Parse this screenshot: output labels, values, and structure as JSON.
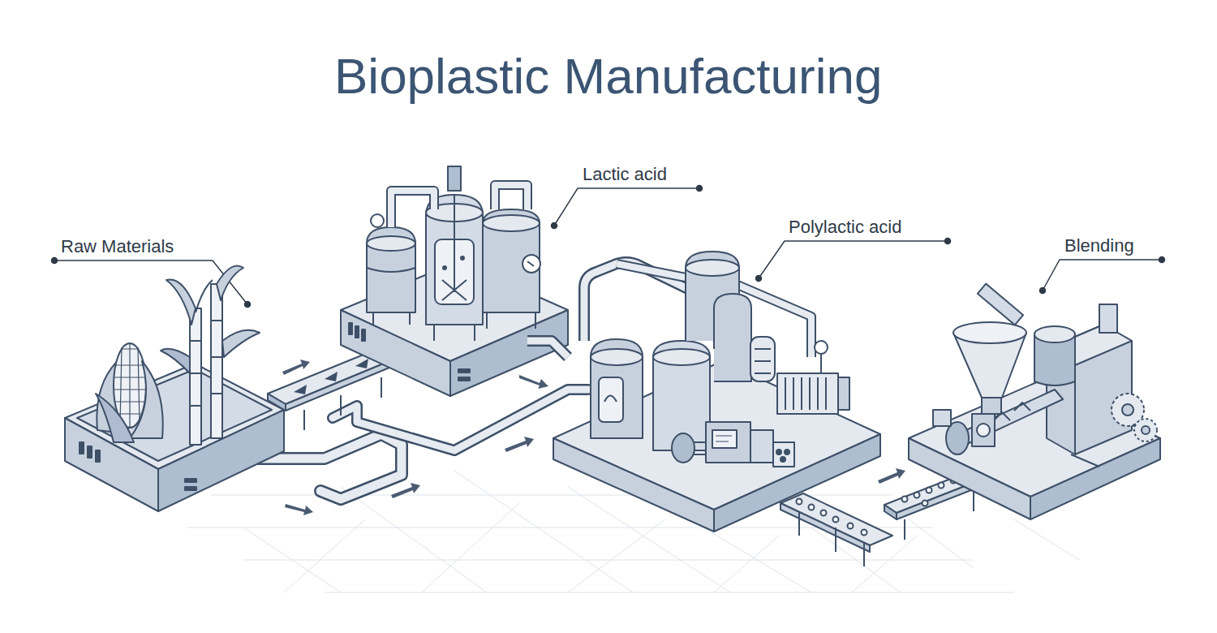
{
  "diagram": {
    "title": "Bioplastic Manufacturing",
    "labels": [
      "Raw Materials",
      "Lactic acid",
      "Polylactic acid",
      "Blending"
    ]
  }
}
